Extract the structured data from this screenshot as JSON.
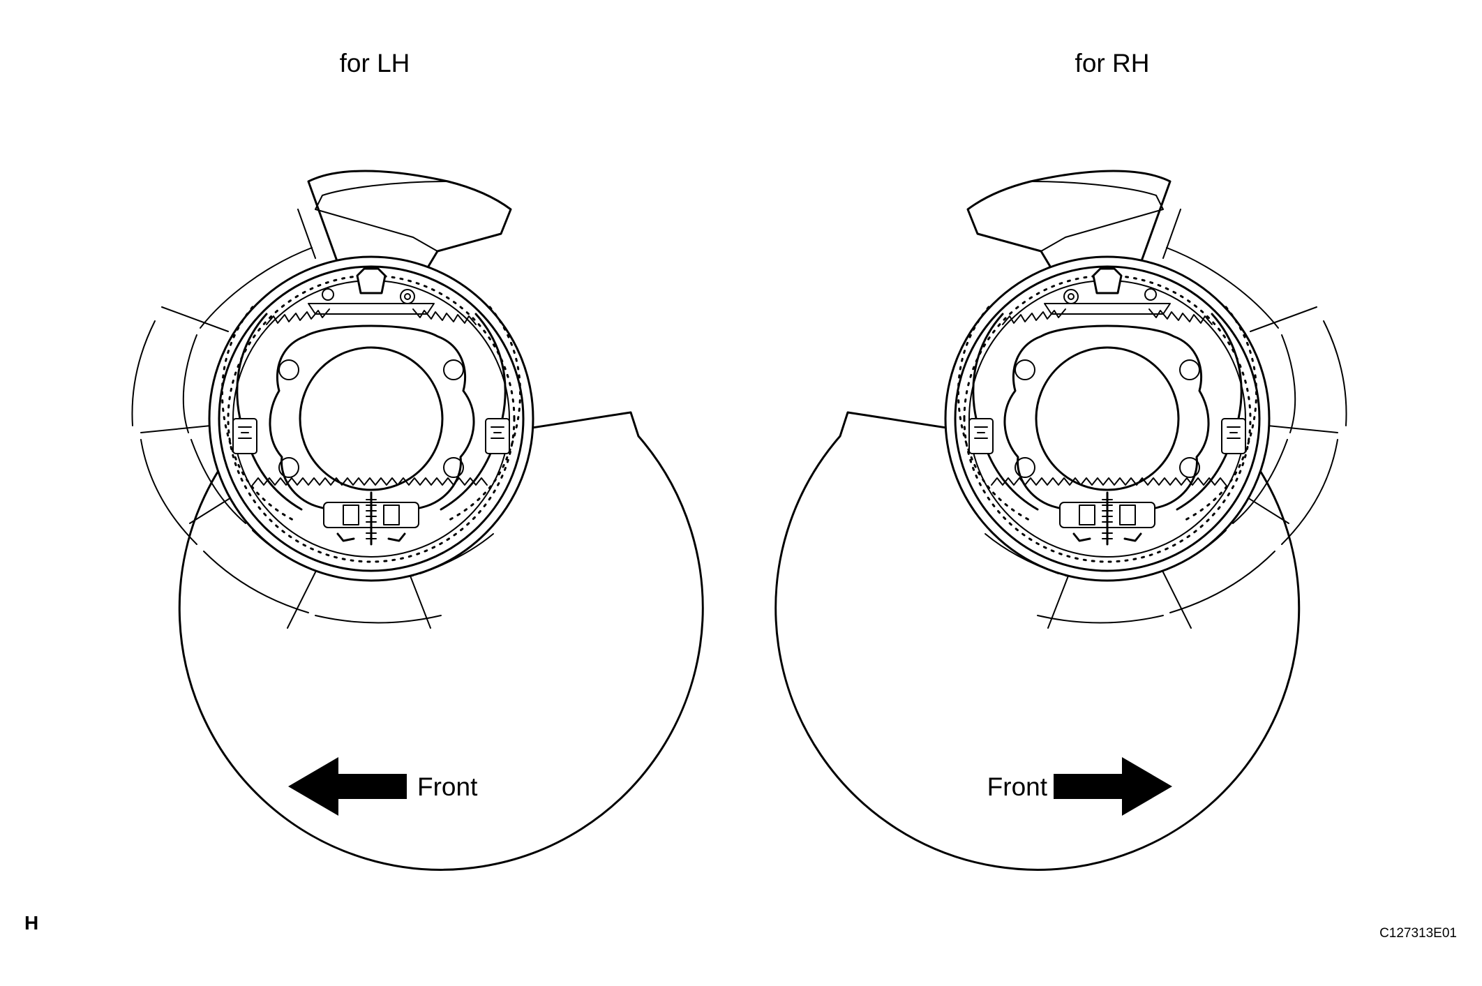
{
  "figure": {
    "left_panel": {
      "title": "for LH",
      "arrow_label": "Front",
      "arrow_direction": "left"
    },
    "right_panel": {
      "title": "for RH",
      "arrow_label": "Front",
      "arrow_direction": "right"
    },
    "corner_tag": "H",
    "figure_code": "C127313E01"
  }
}
